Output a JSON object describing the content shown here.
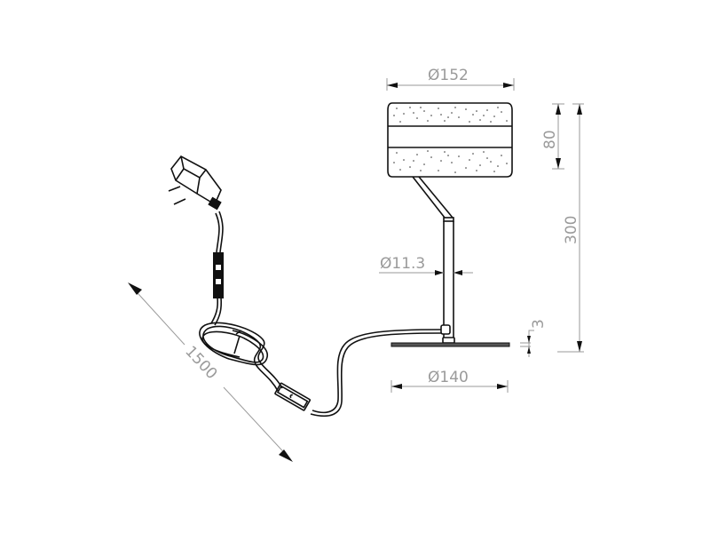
{
  "drawing": {
    "title": "Table lamp technical drawing",
    "units": "mm",
    "dimensions": {
      "shade_diameter": "Ø152",
      "shade_height": "80",
      "total_height": "300",
      "stem_diameter": "Ø11.3",
      "base_thickness": "3",
      "base_diameter": "Ø140",
      "cable_length": "1500"
    },
    "components": [
      {
        "name": "lamp-shade",
        "description": "Cylindrical speckled shade with central band"
      },
      {
        "name": "arm",
        "description": "Angled arm connecting shade to stem"
      },
      {
        "name": "stem",
        "description": "Vertical stem"
      },
      {
        "name": "base",
        "description": "Flat round base"
      },
      {
        "name": "cable",
        "description": "Power cable with inline switch"
      },
      {
        "name": "inline-switch",
        "description": "Rectangular inline switch"
      },
      {
        "name": "cable-connector",
        "description": "Inline cable connector"
      },
      {
        "name": "power-adapter",
        "description": "Plug-in power adapter"
      }
    ],
    "colors": {
      "ink": "#111111",
      "dimension": "#9a9a9a",
      "background": "#ffffff"
    }
  }
}
